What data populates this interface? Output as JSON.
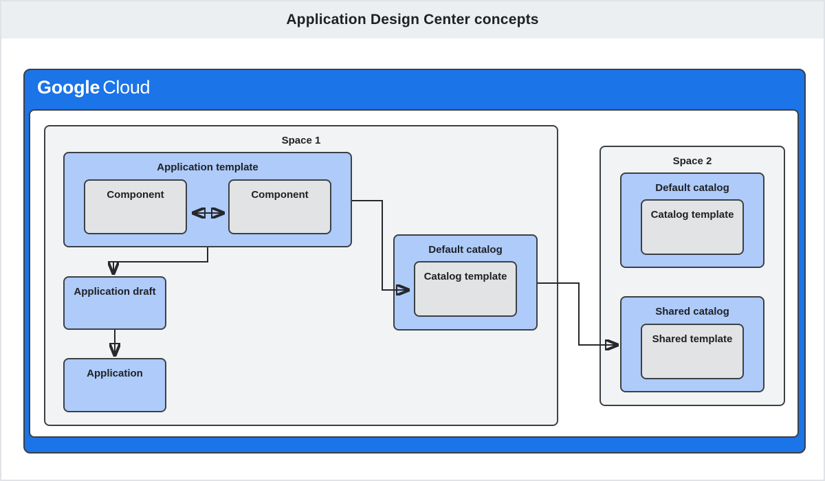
{
  "page": {
    "title": "Application Design Center concepts"
  },
  "header": {
    "logo": {
      "google": "Google",
      "cloud": "Cloud"
    }
  },
  "diagram": {
    "space1": {
      "label": "Space 1",
      "application_template": {
        "label": "Application template",
        "components": [
          {
            "label": "Component"
          },
          {
            "label": "Component"
          }
        ]
      },
      "application_draft": {
        "label": "Application draft"
      },
      "application": {
        "label": "Application"
      },
      "default_catalog": {
        "label": "Default catalog",
        "catalog_template": {
          "label": "Catalog template"
        }
      }
    },
    "space2": {
      "label": "Space 2",
      "default_catalog": {
        "label": "Default catalog",
        "catalog_template": {
          "label": "Catalog template"
        }
      },
      "shared_catalog": {
        "label": "Shared catalog",
        "shared_template": {
          "label": "Shared template"
        }
      }
    },
    "edges": [
      {
        "from": "component-left",
        "to": "component-right",
        "style": "double-arrow"
      },
      {
        "from": "application-template",
        "to": "application-draft",
        "style": "arrow"
      },
      {
        "from": "application-draft",
        "to": "application",
        "style": "arrow"
      },
      {
        "from": "application-template",
        "to": "space1-default-catalog",
        "style": "arrow"
      },
      {
        "from": "space1-default-catalog",
        "to": "space2-shared-catalog",
        "style": "arrow"
      }
    ]
  },
  "colors": {
    "brand_blue": "#1b74e8",
    "node_blue": "#aecbfa",
    "node_gray": "#e1e3e5",
    "space_gray": "#f1f3f4",
    "border_dark": "#3c4043",
    "band_gray": "#eceff1",
    "text_dark": "#202124",
    "arrow_dark": "#26282b"
  }
}
